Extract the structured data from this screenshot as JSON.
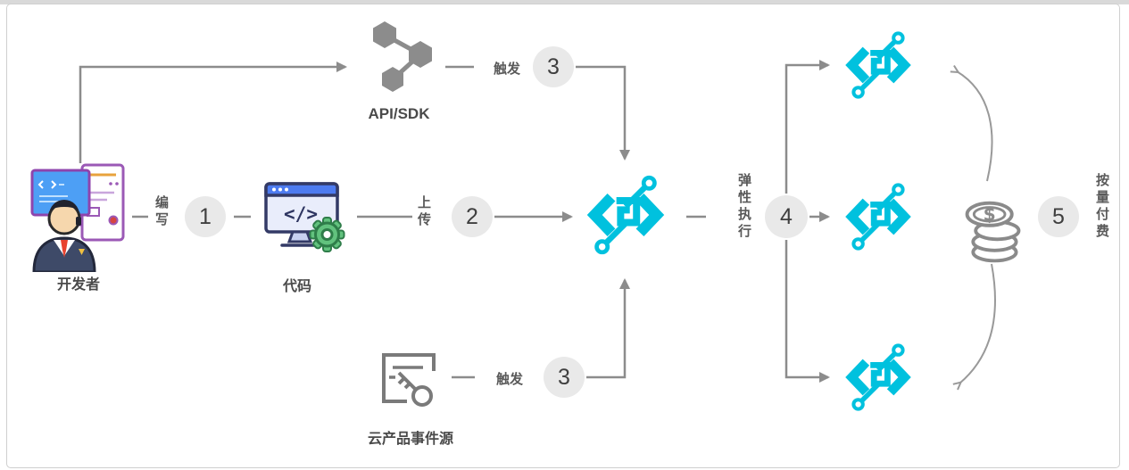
{
  "frame": {
    "top_strip_color": "#d9d9d9",
    "border_color": "#cfcfcf",
    "background": "#ffffff"
  },
  "colors": {
    "accent_cyan": "#00C1DE",
    "connector_gray": "#8c8c8c",
    "curve_gray": "#999999",
    "circle_bg": "#e9e9e9",
    "circle_text": "#3f3f3f",
    "relation_label": "#5a5a5a",
    "caption": "#4a4a4a",
    "hexagon_gray": "#8c8c8c"
  },
  "nodes": {
    "developer": {
      "caption": "开发者",
      "icon": "developer-workstation-icon"
    },
    "code": {
      "caption": "代码",
      "icon": "code-monitor-gear-icon"
    },
    "api_sdk": {
      "caption": "API/SDK",
      "icon": "hexagon-network-icon"
    },
    "event_source": {
      "caption": "云产品事件源",
      "icon": "certificate-key-icon"
    },
    "function_compute_center": {
      "icon": "function-compute-icon"
    },
    "function_instance_top": {
      "icon": "function-compute-icon"
    },
    "function_instance_middle": {
      "icon": "function-compute-icon"
    },
    "function_instance_bottom": {
      "icon": "function-compute-icon"
    },
    "billing": {
      "icon": "coin-stack-icon"
    }
  },
  "steps": {
    "write": {
      "num": "1",
      "label": "编写"
    },
    "upload": {
      "num": "2",
      "label": "上传"
    },
    "trigger_api": {
      "num": "3",
      "label": "触发"
    },
    "trigger_event": {
      "num": "3",
      "label": "触发"
    },
    "elastic_exec": {
      "num": "4",
      "label": "弹性执行"
    },
    "pay_per_use": {
      "num": "5",
      "label": "按量付费"
    }
  }
}
